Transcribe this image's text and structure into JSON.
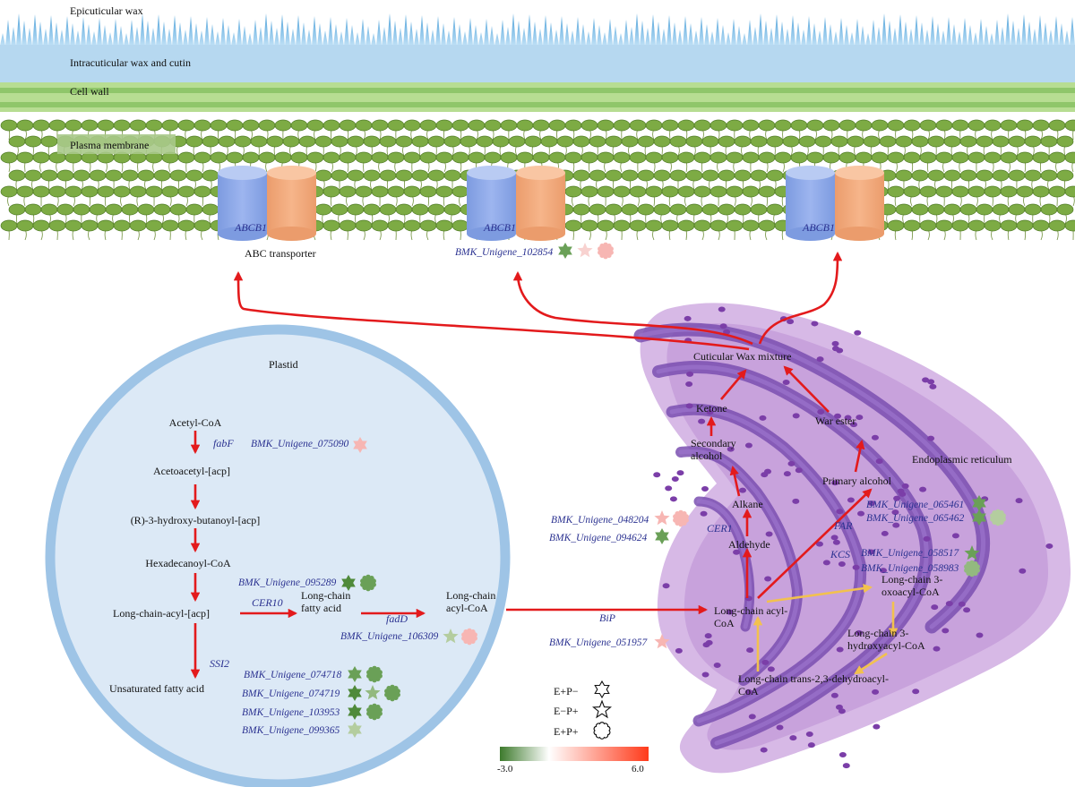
{
  "layers": {
    "epicuticular": "Epicuticular wax",
    "intracuticular": "Intracuticular wax and cutin",
    "cell_wall": "Cell wall",
    "plasma_membrane": "Plasma membrane"
  },
  "transporters": {
    "gene": "ABCB1",
    "label": "ABC transporter",
    "unigene": "BMK_Unigene_102854"
  },
  "plastid": {
    "title": "Plastid",
    "compounds": {
      "acetyl": "Acetyl-CoA",
      "acetoacetyl": "Acetoacetyl-[acp]",
      "hydroxy": "(R)-3-hydroxy-butanoyl-[acp]",
      "hexadecanoyl": "Hexadecanoyl-CoA",
      "longacp": "Long-chain-acyl-[acp]",
      "unsat": "Unsaturated fatty acid",
      "lcfa": [
        "Long-chain",
        "fatty acid"
      ],
      "lcacoa": [
        "Long-chain",
        "acyl-CoA"
      ]
    },
    "enzymes": {
      "fabF": "fabF",
      "CER10": "CER10",
      "fadD": "fadD",
      "SSI2": "SSI2"
    },
    "genes": {
      "g075090": "BMK_Unigene_075090",
      "g095289": "BMK_Unigene_095289",
      "g106309": "BMK_Unigene_106309",
      "g074718": "BMK_Unigene_074718",
      "g074719": "BMK_Unigene_074719",
      "g103953": "BMK_Unigene_103953",
      "g099365": "BMK_Unigene_099365"
    }
  },
  "er": {
    "title": "Endoplasmic reticulum",
    "compounds": {
      "wax_mixture": "Cuticular Wax mixture",
      "ketone": "Ketone",
      "secondary_alcohol": [
        "Secondary",
        "alcohol"
      ],
      "alkane": "Alkane",
      "aldehyde": "Aldehyde",
      "wax_ester": "War ester",
      "primary_alcohol": "Primary alcohol",
      "lcacoa": [
        "Long-chain acyl-",
        "CoA"
      ],
      "oxoacyl": [
        "Long-chain 3-",
        "oxoacyl-CoA"
      ],
      "hydroxyacyl": [
        "Long-chain 3-",
        "hydroxyacyl-CoA"
      ],
      "dehydro": [
        "Long-chain trans-2,3-dehydroacyl-",
        "CoA"
      ]
    },
    "enzymes": {
      "CER1": "CER1",
      "FAR": "FAR",
      "KCS": "KCS",
      "BiP": "BiP"
    },
    "genes": {
      "g048204": "BMK_Unigene_048204",
      "g094624": "BMK_Unigene_094624",
      "g065461": "BMK_Unigene_065461",
      "g065462": "BMK_Unigene_065462",
      "g058517": "BMK_Unigene_058517",
      "g058983": "BMK_Unigene_058983",
      "g051957": "BMK_Unigene_051957"
    }
  },
  "legend": {
    "items": [
      "E+P−",
      "E−P+",
      "E+P+"
    ],
    "scale_min": "-3.0",
    "scale_max": "6.0"
  },
  "colors": {
    "arrow_red": "#e31a1c",
    "arrow_yellow": "#f2c14e",
    "scale_low": "#3d7a2c",
    "scale_mid": "#ffffff",
    "scale_high": "#ff3a1a",
    "gene_text": "#2a3190"
  }
}
